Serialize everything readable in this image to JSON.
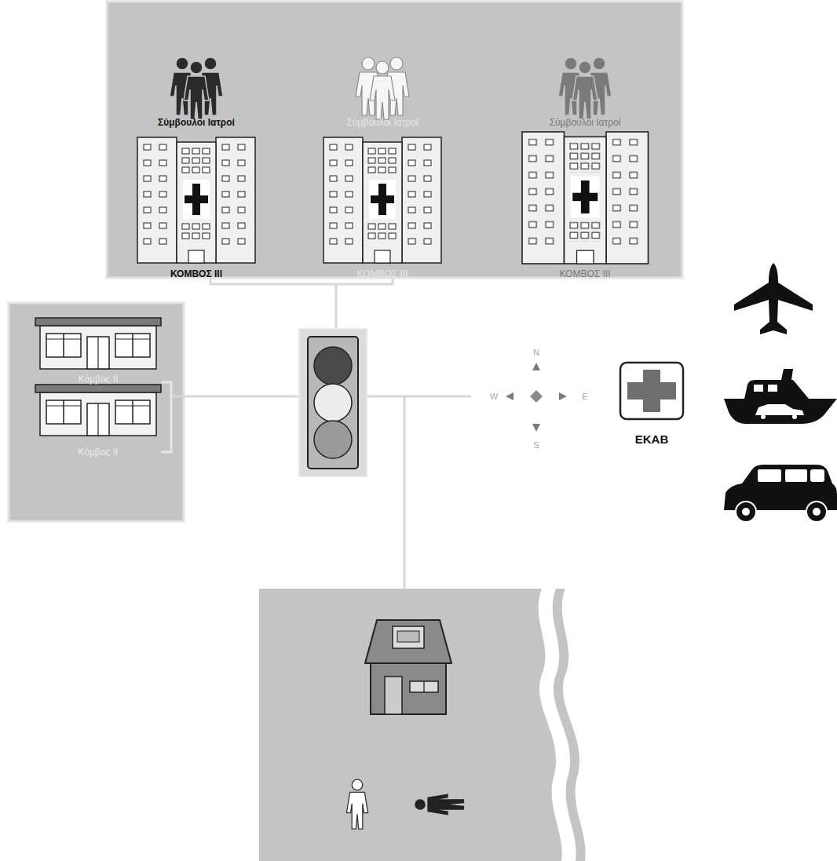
{
  "diagram": {
    "nodes": [
      {
        "text": [
          "Σύμβουλοι Ιατροί",
          "ΚΟΜΒΟΣ III"
        ]
      },
      {
        "text": [
          "Σύμβουλοι Ιατροί",
          "ΚΟΜΒΟΣ III"
        ]
      },
      {
        "text": [
          "Σύμβουλοι Ιατροί",
          "ΚΟΜΒΟΣ III"
        ]
      },
      {
        "text": [
          "Κόμβος II"
        ]
      },
      {
        "text": [
          "Κόμβος II"
        ]
      },
      {
        "text": [
          "ΕΚΑΒ"
        ]
      }
    ],
    "edges": [
      {
        "from": 3,
        "to": 4,
        "arrow": "none"
      }
    ],
    "labels": [
      "N",
      "W",
      "E",
      "S"
    ]
  }
}
